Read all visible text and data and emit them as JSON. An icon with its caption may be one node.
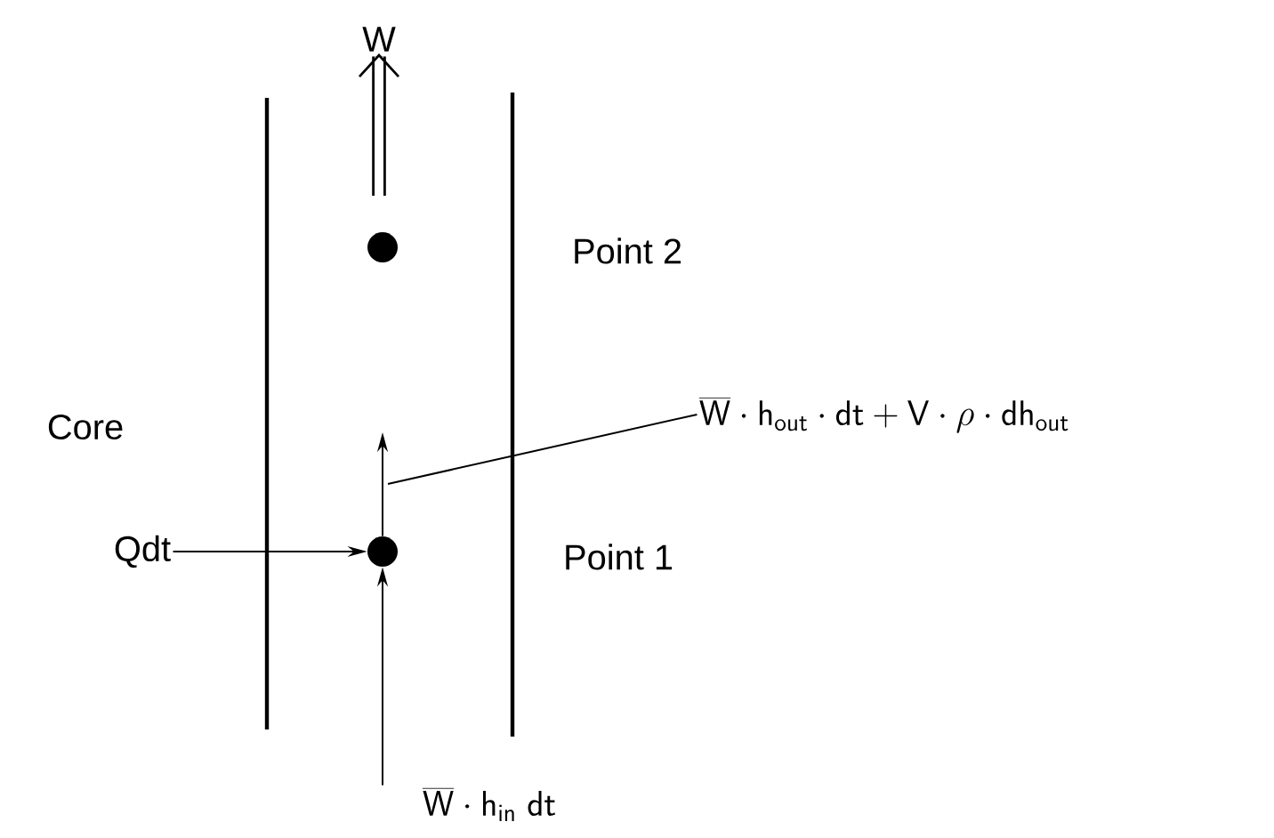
{
  "diagram": {
    "nodes": [
      {
        "text": [
          "W"
        ]
      },
      {
        "text": [],
        "shape": "circle"
      },
      {
        "text": [],
        "shape": "circle"
      },
      {
        "text": [
          "Qdt"
        ]
      },
      {
        "text": [
          "\\overline{\\mathsf{W}}\\cdot \\mathsf{h}_{\\mathsf{in}}\\;\\mathsf{dt}"
        ]
      },
      {
        "text": [
          "\\overline{\\mathsf{W}}\\cdot \\mathsf{h}_{\\mathsf{out}}\\cdot \\mathsf{dt} + \\mathsf{V}\\cdot \\rho \\cdot \\mathsf{dh}_{\\mathsf{out}}"
        ]
      }
    ],
    "edges": [
      {
        "from": null,
        "to": 0,
        "arrow": "to",
        "style": "thick"
      },
      {
        "from": 3,
        "to": 2,
        "arrow": "to"
      },
      {
        "from": 4,
        "to": 2,
        "arrow": "to"
      },
      {
        "from": 2,
        "to": null,
        "arrow": "to"
      },
      {
        "from": 5,
        "to": null,
        "arrow": "none"
      }
    ],
    "labels": [
      "Point 2",
      "Core",
      "Point 1"
    ]
  }
}
